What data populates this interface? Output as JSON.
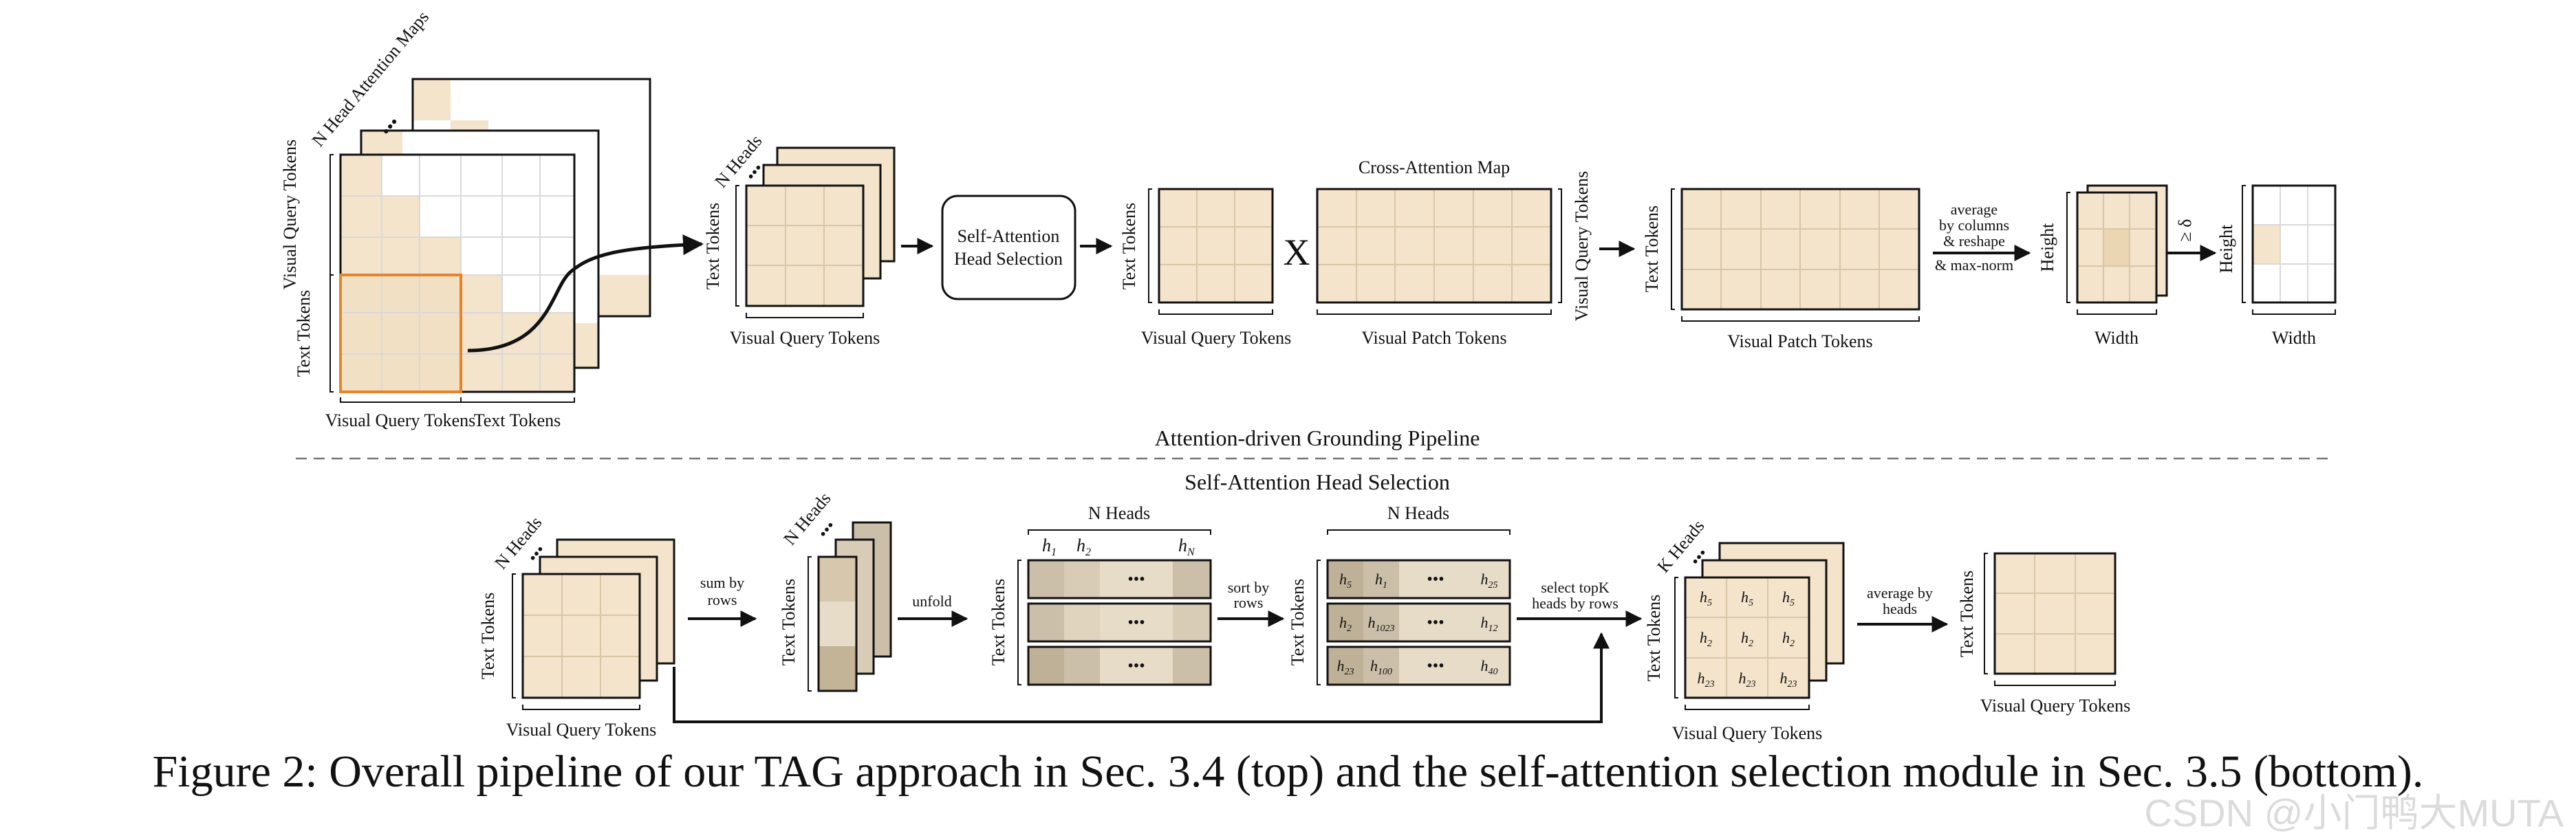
{
  "colors": {
    "beige": "#f3e4cb",
    "beige_mid": "#ead6b3",
    "beige_dark": "#dfc59b",
    "head_gray": "#cbbfa9",
    "head_dark": "#a9a08f",
    "orange": "#e8832c",
    "ink": "#111111"
  },
  "top": {
    "n_head_attention_maps": "N Head Attention Maps",
    "visual_query_tokens_rot": "Visual Query Tokens",
    "text_tokens_rot": "Text Tokens",
    "visual_query_tokens_bottom": "Visual Query Tokens",
    "text_tokens_bottom": "Text Tokens",
    "n_heads": "N Heads",
    "text_tokens_2": "Text Tokens",
    "visual_query_tokens_2": "Visual Query Tokens",
    "self_attention_head_selection_box": "Self-Attention Head Selection",
    "text_tokens_3": "Text Tokens",
    "visual_query_tokens_3": "Visual Query Tokens",
    "times": "X",
    "cross_attention_map": "Cross-Attention Map",
    "visual_query_tokens_4": "Visual Query Tokens",
    "visual_patch_tokens_4": "Visual Patch Tokens",
    "text_tokens_5": "Text Tokens",
    "visual_patch_tokens_5": "Visual Patch Tokens",
    "avg_note_1": "average",
    "avg_note_2": "by columns",
    "avg_note_3": "& reshape",
    "avg_note_4": "& max-norm",
    "height_1": "Height",
    "width_1": "Width",
    "threshold": "≥ δ",
    "height_2": "Height",
    "width_2": "Width",
    "pipeline_title": "Attention-driven Grounding Pipeline"
  },
  "bottom": {
    "section_title": "Self-Attention Head Selection",
    "n_heads_a": "N Heads",
    "text_tokens_a": "Text Tokens",
    "visual_query_tokens_a": "Visual Query Tokens",
    "sum_by": "sum by",
    "rows": "rows",
    "n_heads_b": "N Heads",
    "text_tokens_b": "Text Tokens",
    "unfold": "unfold",
    "n_heads_c": "N Heads",
    "text_tokens_c": "Text Tokens",
    "h1": "h",
    "h1_sub": "1",
    "h2": "h",
    "h2_sub": "2",
    "hN": "h",
    "hN_sub": "N",
    "sort_by": "sort by",
    "sort_rows": "rows",
    "n_heads_d": "N Heads",
    "text_tokens_d": "Text Tokens",
    "sorted_rows": [
      {
        "a": "5",
        "b": "1",
        "c": "25"
      },
      {
        "a": "2",
        "b": "1023",
        "c": "12"
      },
      {
        "a": "23",
        "b": "100",
        "c": "40"
      }
    ],
    "select_topk_1": "select topK",
    "select_topk_2": "heads by rows",
    "k_heads": "K Heads",
    "text_tokens_e": "Text Tokens",
    "visual_query_tokens_e": "Visual Query Tokens",
    "topk_grid": [
      [
        "5",
        "5",
        "5"
      ],
      [
        "2",
        "2",
        "2"
      ],
      [
        "23",
        "23",
        "23"
      ]
    ],
    "average_by": "average by",
    "heads": "heads",
    "text_tokens_f": "Text Tokens",
    "visual_query_tokens_f": "Visual Query Tokens",
    "dots": "•••",
    "h_letter": "h"
  },
  "caption": "Figure 2: Overall pipeline of our TAG approach in Sec. 3.4 (top) and the self-attention selection module in Sec. 3.5 (bottom).",
  "watermark": "CSDN @小门鸭大MUTA"
}
